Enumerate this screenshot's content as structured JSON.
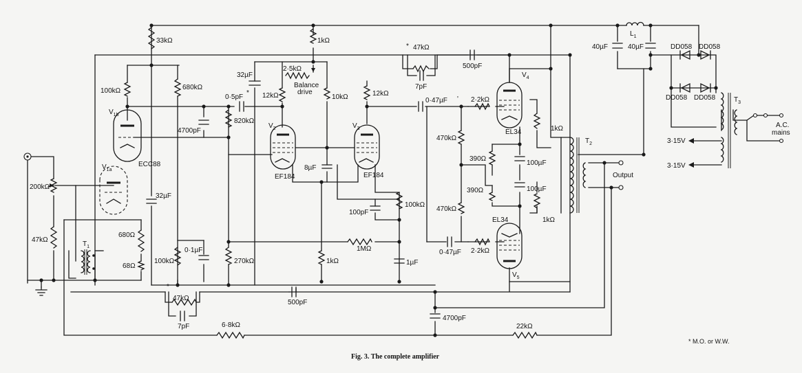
{
  "caption": "Fig. 3. The complete amplifier",
  "footnote": "* M.O. or W.W.",
  "tubes": {
    "v1a": {
      "label": "V1a",
      "main": "V",
      "sub": "1a"
    },
    "v1b": {
      "label": "V1b",
      "main": "V",
      "sub": "1b"
    },
    "v1_type": "ECC88",
    "v2": {
      "main": "V",
      "sub": "2"
    },
    "v2_type": "EF184",
    "v3": {
      "main": "V",
      "sub": "3"
    },
    "v3_type": "EF184",
    "v4": {
      "main": "V",
      "sub": "4"
    },
    "v4_type": "EL34",
    "v5": {
      "main": "V",
      "sub": "5"
    },
    "v5_type": "EL34"
  },
  "transformers": {
    "t1": {
      "main": "T",
      "sub": "1"
    },
    "t2": {
      "main": "T",
      "sub": "2"
    },
    "t3": {
      "main": "T",
      "sub": "3"
    },
    "l1": {
      "main": "L",
      "sub": "1"
    }
  },
  "components": {
    "r_33k": "33kΩ",
    "r_1k_top": "1kΩ",
    "r_47k_top": "47kΩ",
    "star_top": "*",
    "c_500p_top": "500pF",
    "c_7p_top": "7pF",
    "c_32u_a": "32µF",
    "r_2_5k": "2·5kΩ",
    "balance_drive": "Balance drive",
    "r_100k_v1b": "100kΩ",
    "r_680k": "680kΩ",
    "c_0_5p": "0·5pF",
    "star_05p": "*",
    "r_12k_v2": "12kΩ",
    "r_10k": "10kΩ",
    "r_12k_v3": "12kΩ",
    "c_047_top": "0·47µF",
    "tick_047": "'",
    "r_2_2k_top": "2·2kΩ",
    "c_4700p_left": "4700pF",
    "r_820k": "820kΩ",
    "c_8u": "8µF",
    "r_470k_top": "470kΩ",
    "r_390_a": "390Ω",
    "r_390_b": "390Ω",
    "c_100u_a": "100µF",
    "c_100u_b": "100µF",
    "r_1k_v4": "1kΩ",
    "r_200k": "200kΩ",
    "c_32u_b": "32µF",
    "c_100p": "100pF",
    "r_100k_v3": "100kΩ",
    "r_470k_bot": "470kΩ",
    "r_1k_v5": "1kΩ",
    "r_47k_left": "47kΩ",
    "r_680": "680Ω",
    "c_0_1u": "0·1µF",
    "r_1M": "1MΩ",
    "r_100k_bot": "100kΩ",
    "r_68": "68Ω",
    "r_270k": "270kΩ",
    "r_1k_bot": "1kΩ",
    "c_1u": "1µF",
    "c_047_bot": "0·47µF",
    "r_2_2k_bot": "2·2kΩ",
    "star_bot": "*",
    "r_47k_bot": "47kΩ",
    "c_500p_bot": "500pF",
    "c_7p_bot": "7pF",
    "c_4700p_bot": "4700pF",
    "r_6_8k": "6·8kΩ",
    "r_22k": "22kΩ",
    "c_40u_a": "40µF",
    "c_40u_b": "40µF",
    "dd1": "DD058",
    "dd2": "DD058",
    "dd3": "DD058",
    "dd4": "DD058",
    "v_315_a": "3·15V",
    "v_315_b": "3·15V",
    "ac_mains_1": "A.C.",
    "ac_mains_2": "mains",
    "output": "Output"
  }
}
